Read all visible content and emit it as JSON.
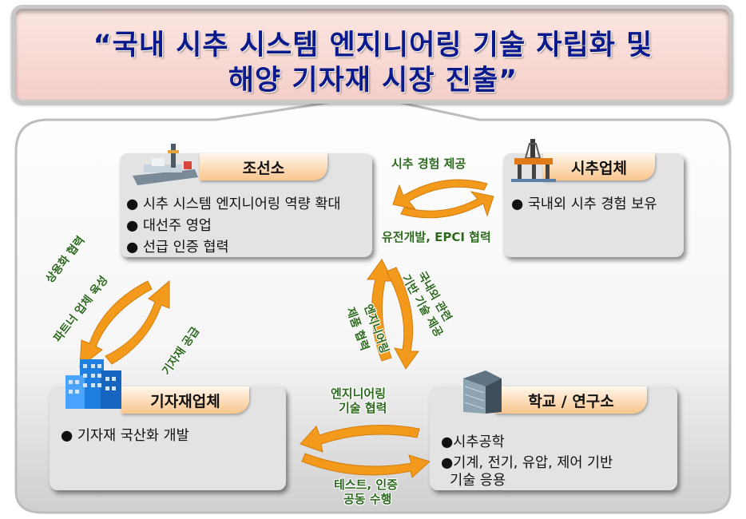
{
  "title": {
    "line1": "“국내 시추 시스템 엔지니어링 기술 자립화 및",
    "line2": "해양 기자재 시장 진출”"
  },
  "nodes": {
    "shipyard": {
      "title": "조선소",
      "items": [
        "● 시추 시스템 엔지니어링 역량 확대",
        "● 대선주 영업",
        "● 선급 인증 협력"
      ]
    },
    "drilling": {
      "title": "시추업체",
      "items": [
        "● 국내외 시추 경험 보유"
      ]
    },
    "equipment": {
      "title": "기자재업체",
      "items": [
        "● 기자재 국산화 개발"
      ]
    },
    "academy": {
      "title": "학교 / 연구소",
      "items": [
        "●시추공학",
        "●기계, 전기, 유압, 제어 기반",
        "  기술 응용"
      ]
    }
  },
  "arrow_labels": {
    "top_upper": "시추 경험 제공",
    "top_lower": "유전개발, EPCI 협력",
    "left_outer_1": "상용화 협력",
    "left_outer_2": "파트너 업체 육성",
    "left_inner": "기자재 공급",
    "center_left_1": "엔지니어링",
    "center_left_2": "제품 협력",
    "center_right_1": "국내외 관련",
    "center_right_2": "기반 기술 제공",
    "bottom_upper_1": "엔지니어링",
    "bottom_upper_2": "기술 협력",
    "bottom_lower_1": "테스트, 인증",
    "bottom_lower_2": "공동 수행"
  },
  "colors": {
    "title_text": "#0a1a8c",
    "arrow": "#f39a1c",
    "tab": "#f9c58c",
    "card": "#e3e3e3",
    "label": "#2d6a1f"
  },
  "icons": [
    "ship-icon",
    "oil-rig-icon",
    "building-icon",
    "office-tower-icon"
  ]
}
